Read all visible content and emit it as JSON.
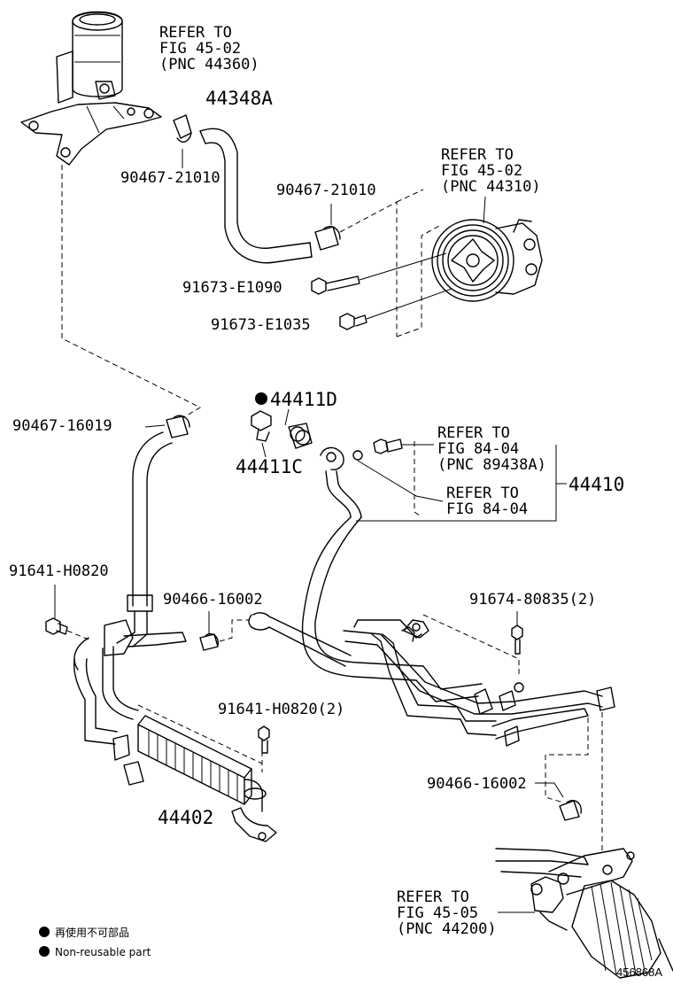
{
  "labels": {
    "reservoir_refer_1": "REFER TO",
    "reservoir_refer_2": "FIG 45-02",
    "reservoir_refer_3": "(PNC 44360)",
    "hose_44348a": "44348A",
    "clamp_upper_left": "90467-21010",
    "clamp_upper_right": "90467-21010",
    "pump_refer_1": "REFER TO",
    "pump_refer_2": "FIG 45-02",
    "pump_refer_3": "(PNC 44310)",
    "bolt_e1090": "91673-E1090",
    "bolt_e1035": "91673-E1035",
    "gasket_44411d": "44411D",
    "clamp_16019": "90467-16019",
    "bolt_44411c": "44411C",
    "sensor_refer_1": "REFER TO",
    "sensor_refer_2": "FIG 84-04",
    "sensor_refer_3": "(PNC 89438A)",
    "fig84_refer_1": "REFER TO",
    "fig84_refer_2": "FIG 84-04",
    "pressure_line_44410": "44410",
    "bolt_h0820": "91641-H0820",
    "clamp_16002_top": "90466-16002",
    "bolt_80835": "91674-80835(2)",
    "bolt_h0820_2": "91641-H0820(2)",
    "cooler_44402": "44402",
    "clamp_16002_bottom": "90466-16002",
    "rack_refer_1": "REFER TO",
    "rack_refer_2": "FIG 45-05",
    "rack_refer_3": "(PNC 44200)"
  },
  "legend": {
    "japanese": "再使用不可部品",
    "english": "Non-reusable part"
  },
  "figure_id": "456868A"
}
